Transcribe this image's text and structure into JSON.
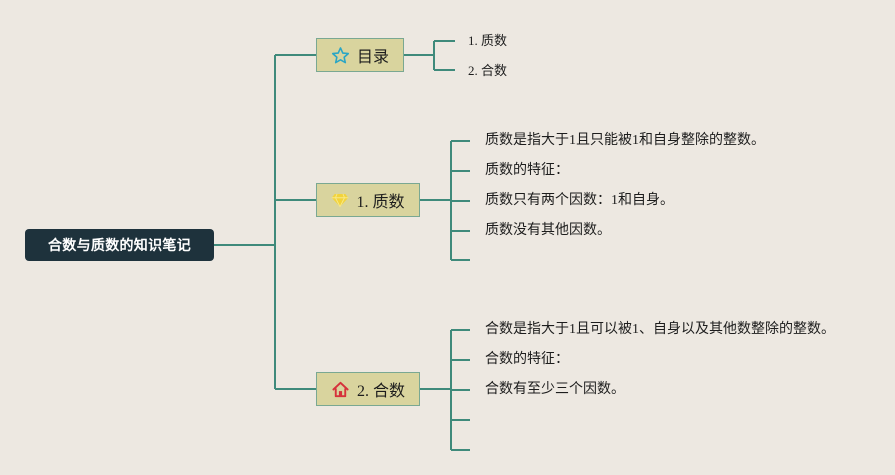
{
  "root": {
    "label": "合数与质数的知识笔记"
  },
  "branches": [
    {
      "icon": "star-icon",
      "label": "目录",
      "items": [
        "1. 质数",
        "2. 合数"
      ]
    },
    {
      "icon": "diamond-icon",
      "label": "1. 质数",
      "items": [
        "质数是指大于1且只能被1和自身整除的整数。",
        "质数的特征：",
        "质数只有两个因数：1和自身。",
        "质数没有其他因数。",
        ""
      ]
    },
    {
      "icon": "home-icon",
      "label": "2. 合数",
      "items": [
        "合数是指大于1且可以被1、自身以及其他数整除的整数。",
        "合数的特征：",
        "合数有至少三个因数。",
        "",
        ""
      ]
    }
  ],
  "colors": {
    "background": "#ede8e1",
    "root_fill": "#1e323c",
    "branch_fill": "#d9d49e",
    "connector": "#3f8a7b",
    "star": "#2aa6c5",
    "diamond": "#f2d33c",
    "home": "#d6323b"
  }
}
